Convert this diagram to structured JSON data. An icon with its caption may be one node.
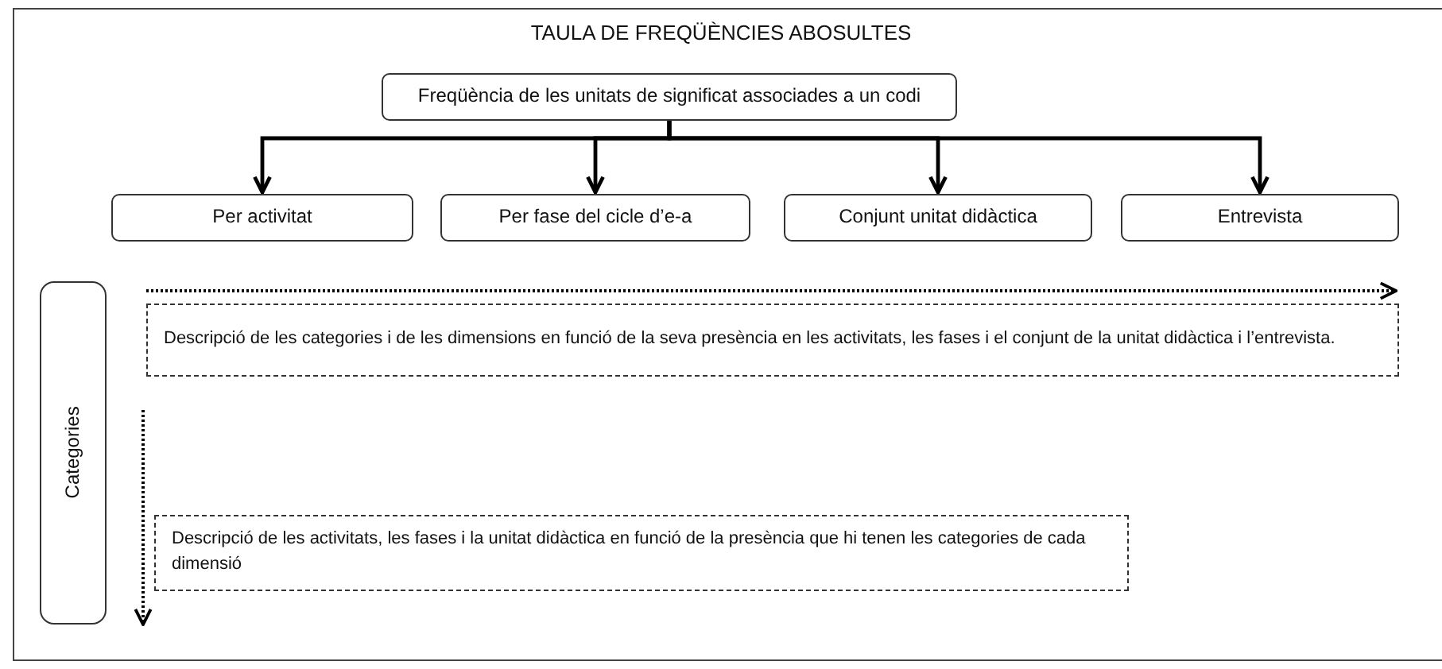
{
  "diagram": {
    "title": "TAULA DE FREQÜÈNCIES ABOSULTES",
    "nodes": [
      {
        "text": [
          "Freqüència de les unitats de significat associades a un codi"
        ]
      },
      {
        "text": [
          "Per activitat"
        ]
      },
      {
        "text": [
          "Per fase del cicle d’e-a"
        ]
      },
      {
        "text": [
          "Conjunt unitat didàctica"
        ]
      },
      {
        "text": [
          "Entrevista"
        ]
      },
      {
        "text": [
          "Categories"
        ]
      },
      {
        "text": [
          "Descripció de les categories i de les dimensions en funció de la seva presència en les activitats, les fases i el conjunt de la unitat didàctica i l’entrevista."
        ]
      },
      {
        "text": [
          "Descripció de les activitats, les fases i la unitat didàctica en funció de la presència que hi tenen les categories de cada dimensió"
        ]
      }
    ],
    "edges": [
      {
        "from": 0,
        "to": 1,
        "arrow": "to"
      },
      {
        "from": 0,
        "to": 2,
        "arrow": "to"
      },
      {
        "from": 0,
        "to": 3,
        "arrow": "to"
      },
      {
        "from": 0,
        "to": 4,
        "arrow": "to"
      }
    ]
  }
}
